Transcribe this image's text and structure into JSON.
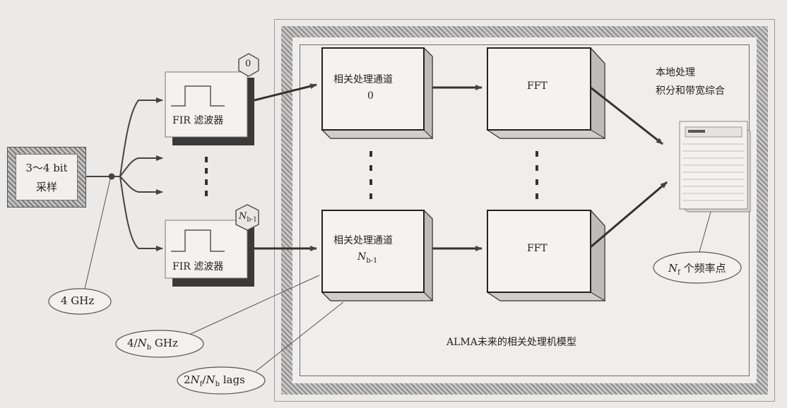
{
  "sampler": {
    "line1": "3～4 bit",
    "line2": "采样"
  },
  "filters": [
    {
      "label": "FIR 滤波器",
      "tag": "0"
    },
    {
      "label": "FIR 滤波器",
      "tag": "N",
      "tag_sub": "b-1"
    }
  ],
  "correlators": [
    {
      "line1": "相关处理通道",
      "line2": "0"
    },
    {
      "line1": "相关处理通道",
      "line2": "N",
      "line2_sub": "b-1"
    }
  ],
  "fft": [
    {
      "label": "FFT"
    },
    {
      "label": "FFT"
    }
  ],
  "local_processing": {
    "line1": "本地处理",
    "line2": "积分和带宽综合"
  },
  "callouts": {
    "freq_points": {
      "var": "N",
      "sub": "f",
      "text": " 个频率点"
    },
    "sampling_rate": "4 GHz",
    "channel_rate": {
      "pre": "4/",
      "var": "N",
      "sub": "b",
      "post": " GHz"
    },
    "lags": {
      "pre": "2",
      "var1": "N",
      "sub1": "f",
      "mid": "/",
      "var2": "N",
      "sub2": "b",
      "post": " lags"
    }
  },
  "caption": "ALMA未来的相关处理机模型"
}
